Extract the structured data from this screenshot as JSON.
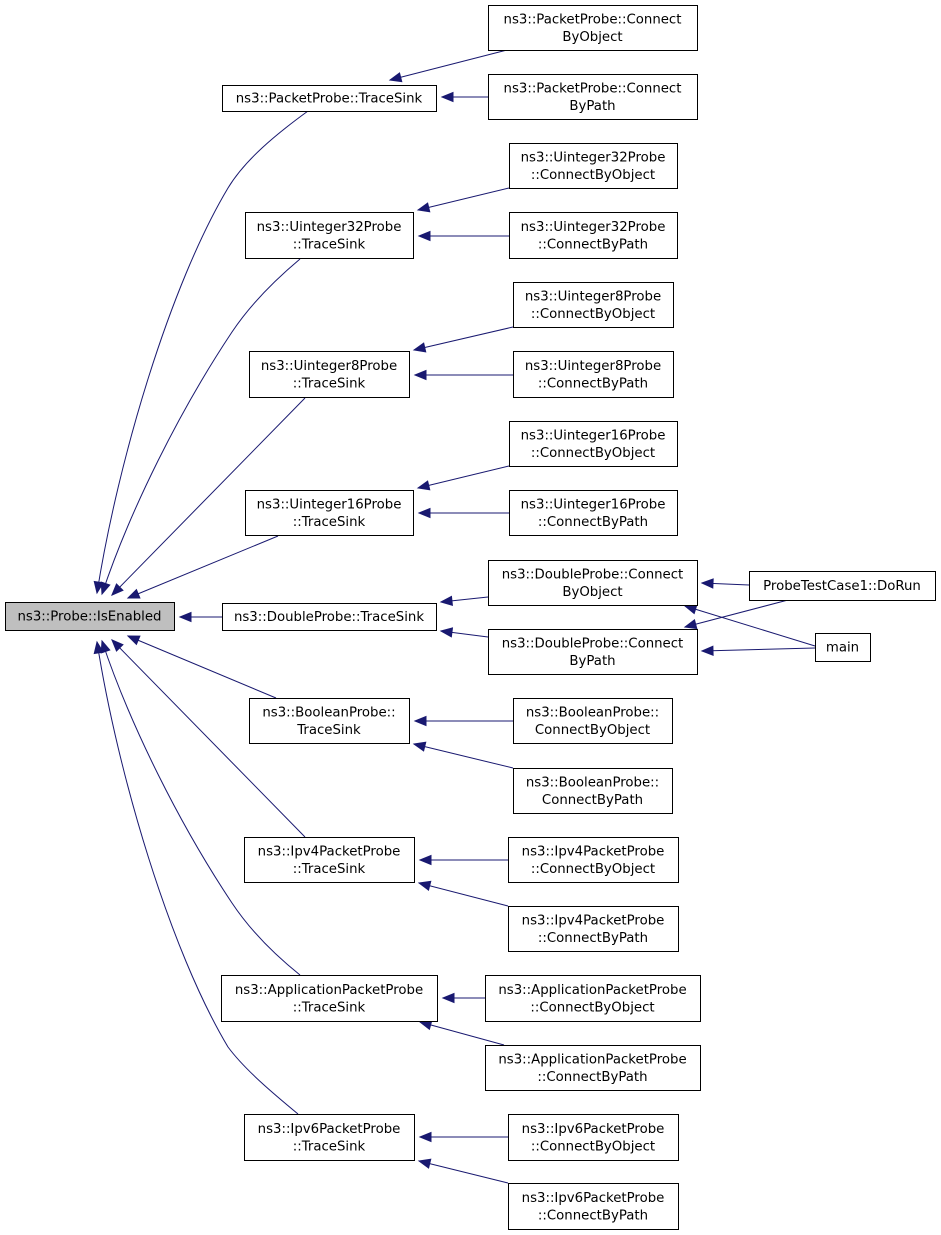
{
  "colors": {
    "edge": "#191970",
    "root_fill": "#bfbfbf",
    "node_fill": "#ffffff",
    "border": "#000000"
  },
  "nodes": {
    "probe_isenabled": [
      "ns3::Probe::IsEnabled"
    ],
    "packetprobe_tracesink": [
      "ns3::PacketProbe::TraceSink"
    ],
    "packetprobe_connectbyobject": [
      "ns3::PacketProbe::Connect",
      "ByObject"
    ],
    "packetprobe_connectbypath": [
      "ns3::PacketProbe::Connect",
      "ByPath"
    ],
    "uinteger32probe_tracesink": [
      "ns3::Uinteger32Probe",
      "::TraceSink"
    ],
    "uinteger32probe_connectbyobject": [
      "ns3::Uinteger32Probe",
      "::ConnectByObject"
    ],
    "uinteger32probe_connectbypath": [
      "ns3::Uinteger32Probe",
      "::ConnectByPath"
    ],
    "uinteger8probe_tracesink": [
      "ns3::Uinteger8Probe",
      "::TraceSink"
    ],
    "uinteger8probe_connectbyobject": [
      "ns3::Uinteger8Probe",
      "::ConnectByObject"
    ],
    "uinteger8probe_connectbypath": [
      "ns3::Uinteger8Probe",
      "::ConnectByPath"
    ],
    "uinteger16probe_tracesink": [
      "ns3::Uinteger16Probe",
      "::TraceSink"
    ],
    "uinteger16probe_connectbyobject": [
      "ns3::Uinteger16Probe",
      "::ConnectByObject"
    ],
    "uinteger16probe_connectbypath": [
      "ns3::Uinteger16Probe",
      "::ConnectByPath"
    ],
    "doubleprobe_tracesink": [
      "ns3::DoubleProbe::TraceSink"
    ],
    "doubleprobe_connectbyobject": [
      "ns3::DoubleProbe::Connect",
      "ByObject"
    ],
    "doubleprobe_connectbypath": [
      "ns3::DoubleProbe::Connect",
      "ByPath"
    ],
    "probetestcase1_dorun": [
      "ProbeTestCase1::DoRun"
    ],
    "main": [
      "main"
    ],
    "booleanprobe_tracesink": [
      "ns3::BooleanProbe::",
      "TraceSink"
    ],
    "booleanprobe_connectbyobject": [
      "ns3::BooleanProbe::",
      "ConnectByObject"
    ],
    "booleanprobe_connectbypath": [
      "ns3::BooleanProbe::",
      "ConnectByPath"
    ],
    "ipv4packetprobe_tracesink": [
      "ns3::Ipv4PacketProbe",
      "::TraceSink"
    ],
    "ipv4packetprobe_connectbyobject": [
      "ns3::Ipv4PacketProbe",
      "::ConnectByObject"
    ],
    "ipv4packetprobe_connectbypath": [
      "ns3::Ipv4PacketProbe",
      "::ConnectByPath"
    ],
    "applicationpacketprobe_tracesink": [
      "ns3::ApplicationPacketProbe",
      "::TraceSink"
    ],
    "applicationpacketprobe_connectbyobject": [
      "ns3::ApplicationPacketProbe",
      "::ConnectByObject"
    ],
    "applicationpacketprobe_connectbypath": [
      "ns3::ApplicationPacketProbe",
      "::ConnectByPath"
    ],
    "ipv6packetprobe_tracesink": [
      "ns3::Ipv6PacketProbe",
      "::TraceSink"
    ],
    "ipv6packetprobe_connectbyobject": [
      "ns3::Ipv6PacketProbe",
      "::ConnectByObject"
    ],
    "ipv6packetprobe_connectbypath": [
      "ns3::Ipv6PacketProbe",
      "::ConnectByPath"
    ]
  },
  "edges": [
    [
      "packetprobe_tracesink",
      "probe_isenabled"
    ],
    [
      "uinteger32probe_tracesink",
      "probe_isenabled"
    ],
    [
      "uinteger8probe_tracesink",
      "probe_isenabled"
    ],
    [
      "uinteger16probe_tracesink",
      "probe_isenabled"
    ],
    [
      "doubleprobe_tracesink",
      "probe_isenabled"
    ],
    [
      "booleanprobe_tracesink",
      "probe_isenabled"
    ],
    [
      "ipv4packetprobe_tracesink",
      "probe_isenabled"
    ],
    [
      "applicationpacketprobe_tracesink",
      "probe_isenabled"
    ],
    [
      "ipv6packetprobe_tracesink",
      "probe_isenabled"
    ],
    [
      "packetprobe_connectbyobject",
      "packetprobe_tracesink"
    ],
    [
      "packetprobe_connectbypath",
      "packetprobe_tracesink"
    ],
    [
      "uinteger32probe_connectbyobject",
      "uinteger32probe_tracesink"
    ],
    [
      "uinteger32probe_connectbypath",
      "uinteger32probe_tracesink"
    ],
    [
      "uinteger8probe_connectbyobject",
      "uinteger8probe_tracesink"
    ],
    [
      "uinteger8probe_connectbypath",
      "uinteger8probe_tracesink"
    ],
    [
      "uinteger16probe_connectbyobject",
      "uinteger16probe_tracesink"
    ],
    [
      "uinteger16probe_connectbypath",
      "uinteger16probe_tracesink"
    ],
    [
      "doubleprobe_connectbyobject",
      "doubleprobe_tracesink"
    ],
    [
      "doubleprobe_connectbypath",
      "doubleprobe_tracesink"
    ],
    [
      "probetestcase1_dorun",
      "doubleprobe_connectbyobject"
    ],
    [
      "probetestcase1_dorun",
      "doubleprobe_connectbypath"
    ],
    [
      "main",
      "doubleprobe_connectbyobject"
    ],
    [
      "main",
      "doubleprobe_connectbypath"
    ],
    [
      "booleanprobe_connectbyobject",
      "booleanprobe_tracesink"
    ],
    [
      "booleanprobe_connectbypath",
      "booleanprobe_tracesink"
    ],
    [
      "ipv4packetprobe_connectbyobject",
      "ipv4packetprobe_tracesink"
    ],
    [
      "ipv4packetprobe_connectbypath",
      "ipv4packetprobe_tracesink"
    ],
    [
      "applicationpacketprobe_connectbyobject",
      "applicationpacketprobe_tracesink"
    ],
    [
      "applicationpacketprobe_connectbypath",
      "applicationpacketprobe_tracesink"
    ],
    [
      "ipv6packetprobe_connectbyobject",
      "ipv6packetprobe_tracesink"
    ],
    [
      "ipv6packetprobe_connectbypath",
      "ipv6packetprobe_tracesink"
    ]
  ]
}
